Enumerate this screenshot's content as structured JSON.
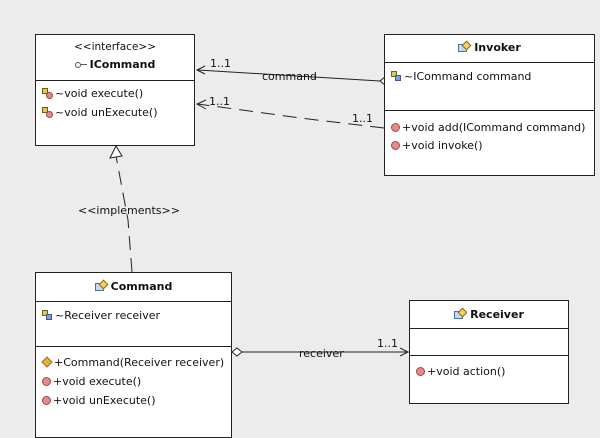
{
  "classes": {
    "icommand": {
      "stereotype": "<<interface>>",
      "name": "ICommand",
      "methods": [
        "~void execute()",
        "~void unExecute()"
      ]
    },
    "invoker": {
      "name": "Invoker",
      "fields": [
        "~ICommand command"
      ],
      "methods": [
        "+void add(ICommand command)",
        "+void invoke()"
      ]
    },
    "command": {
      "name": "Command",
      "fields": [
        "~Receiver receiver"
      ],
      "constructor": "+Command(Receiver receiver)",
      "methods": [
        "+void execute()",
        "+void unExecute()"
      ]
    },
    "receiver": {
      "name": "Receiver",
      "methods": [
        "+void action()"
      ]
    }
  },
  "relations": {
    "invoker_command": {
      "role": "command",
      "multiplicity": "1..1"
    },
    "invoker_dependency": {
      "multiplicity_source": "1..1",
      "multiplicity_target": "1..1"
    },
    "implements": {
      "label": "<<implements>>"
    },
    "command_receiver": {
      "role": "receiver",
      "multiplicity": "1..1"
    }
  },
  "colors": {
    "background": "#ececec",
    "box_fill": "#ffffff",
    "border": "#222222"
  }
}
